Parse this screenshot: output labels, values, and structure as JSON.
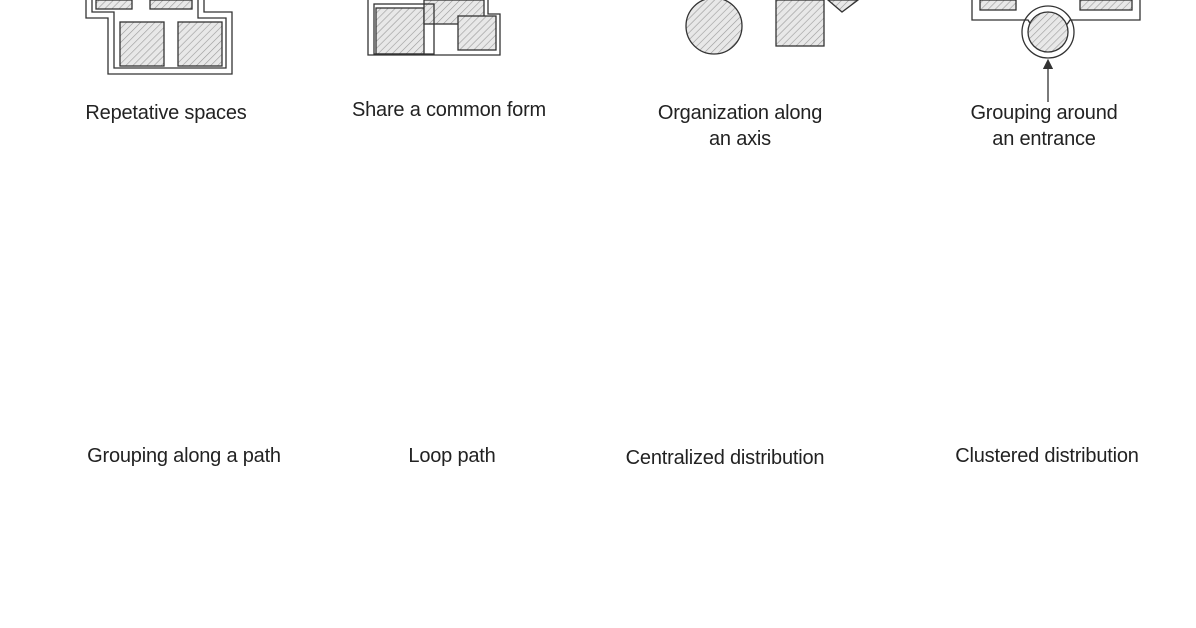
{
  "captions": {
    "c1": "Repetative spaces",
    "c2": "Share a common form",
    "c3a": "Organization along",
    "c3b": "an axis",
    "c4a": "Grouping around",
    "c4b": "an entrance",
    "c5": "Grouping along a path",
    "c6": "Loop path",
    "c7": "Centralized distribution",
    "c8": "Clustered distribution"
  },
  "colors": {
    "line": "#333333",
    "hatch_fill": "#e6e6e6",
    "text": "#222222"
  }
}
